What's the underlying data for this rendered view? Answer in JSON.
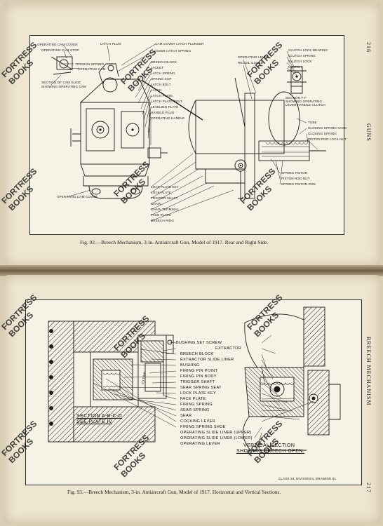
{
  "top_page": {
    "page_number": "216",
    "running_head": "GUNS",
    "caption": "Fig. 92.—Breech Mechanism, 3-in. Antiaircraft Gun, Model of 1917.  Rear and Right Side.",
    "labels_left": [
      "OPERATING CAM COVER",
      "OPERATING CAM STOP",
      "TORSION SPRING",
      "OPERATING CAM",
      "SECTION OF CAM SLIDE",
      "SHOWING OPERATING CAM",
      "OPERATING CAM COVER"
    ],
    "labels_top": [
      "LATCH PLUG",
      "CAM COVER LATCH PLUNGER",
      "COVER LATCH SPRING",
      "OPERATING LEVER",
      "RECOIL GUARD"
    ],
    "labels_center": [
      "BREECH BLOCK",
      "JACKET",
      "LATCH SPRING",
      "SPRING CUP",
      "LATCH BOLT",
      "LATCH",
      "LATCH PLATE",
      "LATCH PLATE BOLT",
      "LEVELING PLATE",
      "HANDLE PLUG",
      "OPERATING HANDLE"
    ],
    "labels_lower": [
      "LOCK PLATE KEY",
      "LOCK PLATE",
      "TRIGGER SHAFT",
      "CHAIN",
      "CHAIN TERMINAL",
      "FACE PLATE",
      "BREECH RING"
    ],
    "labels_right": [
      "CLUTCH LOCK BEARING",
      "CLUTCH SPRING",
      "CLUTCH LOCK",
      "CLUTCH",
      "SECTION F-F",
      "SHOWING OPERATING",
      "LEVER HANDLE CLUTCH",
      "TUBE",
      "CLOSING SPRING CASE",
      "CLOSING SPRING",
      "PISTON ROD LOCK NUT",
      "SPRING PISTON",
      "PISTON ROD NUT",
      "SPRING PISTON ROD"
    ]
  },
  "bottom_page": {
    "page_number": "217",
    "running_head": "BREECH MECHANISM",
    "caption": "Fig. 93.—Breech Mechanism, 3-in. Antiaircraft Gun, Model of 1917.  Horizontal and Vertical Sections.",
    "labels": [
      "BUSHING SET SCREW",
      "EXTRACTOR",
      "BREECH BLOCK",
      "EXTRACTOR SLIDE LINER",
      "BUSHING",
      "FIRING PIN POINT",
      "FIRING PIN BODY",
      "TRIGGER SHAFT",
      "SEAR SPRING SEAT",
      "LOCK PLATE KEY",
      "FACE PLATE",
      "FIRING SPRING",
      "SEAR SPRING",
      "SEAR",
      "COCKING LEVER",
      "FIRING SPRING SHOE",
      "OPERATING SLIDE LINER (UPPER)",
      "OPERATING SLIDE LINER (LOWER)",
      "OPERATING LEVER"
    ],
    "section_left": [
      "SECTION A-B-C-D",
      "SEE PLATE IV"
    ],
    "section_right": [
      "VERTICAL SECTION",
      "SHOWING BREECH OPEN."
    ],
    "class_note": "CLASS 34, DIVISION 6, DRAWING 51",
    "tiny_label": "TO TRIP"
  },
  "watermark": {
    "line1": "FORTRESS",
    "line2": "BOOKS"
  }
}
